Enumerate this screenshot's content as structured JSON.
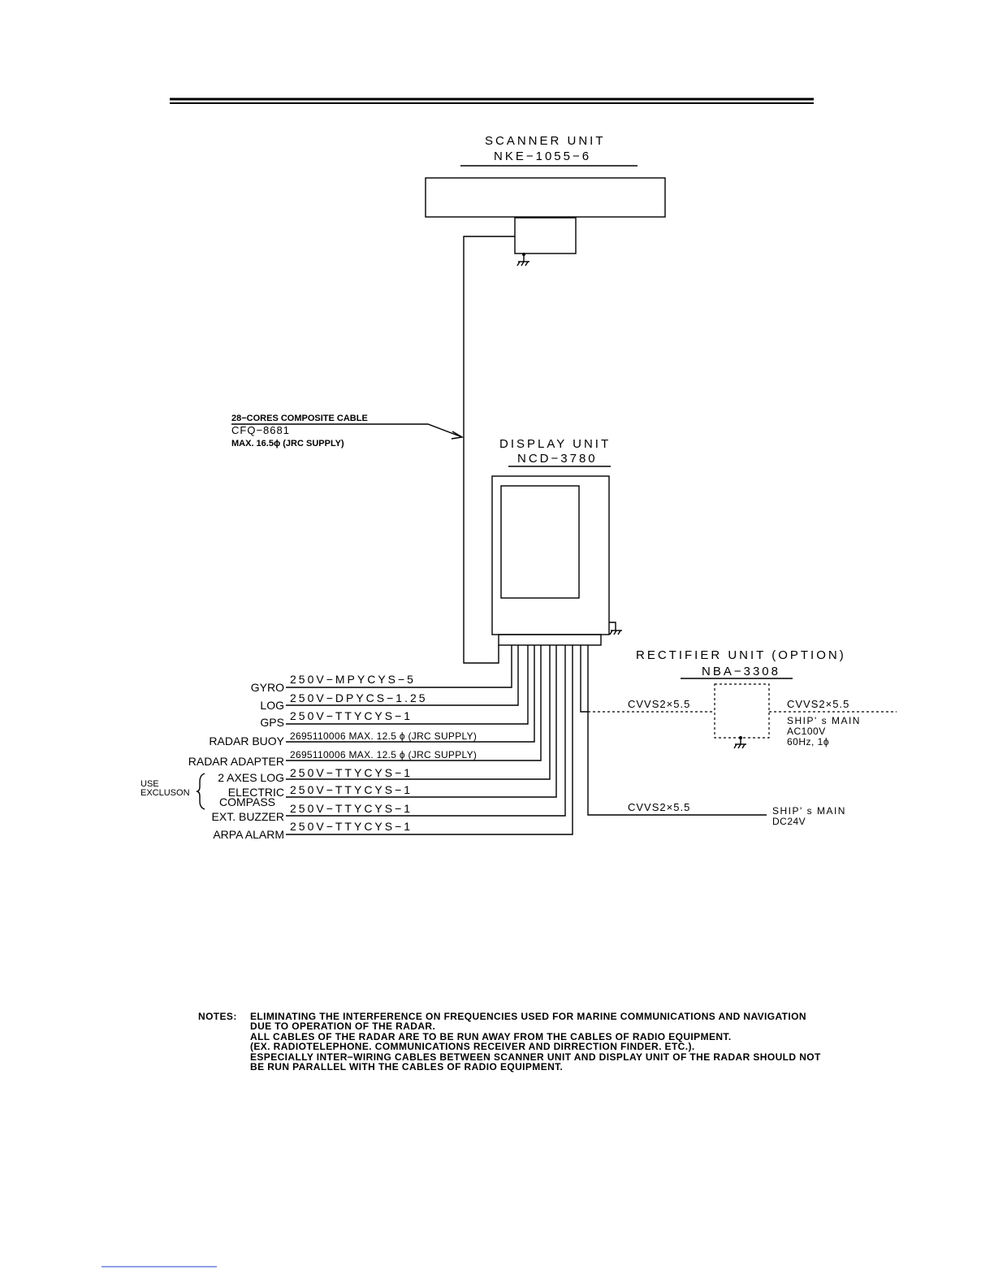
{
  "scanner": {
    "title": "SCANNER UNIT",
    "model": "NKE−1055−6"
  },
  "display": {
    "title": "DISPLAY UNIT",
    "model": "NCD−3780"
  },
  "composite_cable": {
    "line1": "28−CORES COMPOSITE CABLE",
    "line2": "CFQ−8681",
    "line3": "MAX. 16.5ϕ (JRC SUPPLY)"
  },
  "rectifier": {
    "title": "RECTIFIER UNIT (OPTION)",
    "model": "NBA−3308",
    "cable_in": "CVVS2×5.5",
    "cable_out": "CVVS2×5.5",
    "main_ac_1": "SHIP' s MAIN",
    "main_ac_2": "AC100V",
    "main_ac_3": "60Hz, 1ϕ"
  },
  "dc_supply": {
    "cable": "CVVS2×5.5",
    "main_1": "SHIP' s MAIN",
    "main_2": "DC24V"
  },
  "use_exclusion": {
    "line1": "USE",
    "line2": "EXCLUSON"
  },
  "connections": [
    {
      "device": "GYRO",
      "cable": "250V−MPYCYS−5"
    },
    {
      "device": "LOG",
      "cable": "250V−DPYCS−1.25"
    },
    {
      "device": "GPS",
      "cable": "250V−TTYCYS−1"
    },
    {
      "device": "RADAR BUOY",
      "cable": "2695110006 MAX. 12.5 ϕ (JRC SUPPLY)"
    },
    {
      "device": "RADAR ADAPTER",
      "cable": "2695110006 MAX. 12.5 ϕ (JRC SUPPLY)"
    },
    {
      "device": "2 AXES LOG",
      "cable": "250V−TTYCYS−1"
    },
    {
      "device": "ELECTRIC",
      "device2": "COMPASS",
      "cable": "250V−TTYCYS−1"
    },
    {
      "device": "EXT. BUZZER",
      "cable": "250V−TTYCYS−1"
    },
    {
      "device": "ARPA ALARM",
      "cable": "250V−TTYCYS−1"
    }
  ],
  "notes": {
    "heading": "NOTES:",
    "lines": [
      "ELIMINATING THE INTERFERENCE ON FREQUENCIES USED FOR MARINE COMMUNICATIONS AND NAVIGATION",
      "DUE TO OPERATION OF THE RADAR.",
      "ALL CABLES OF THE RADAR ARE TO BE RUN AWAY FROM THE CABLES OF RADIO EQUIPMENT.",
      "(EX. RADIOTELEPHONE. COMMUNICATIONS RECEIVER AND DIRRECTION FINDER. ETC.).",
      "ESPECIALLY INTER−WIRING CABLES BETWEEN SCANNER UNIT AND DISPLAY UNIT OF THE RADAR SHOULD NOT",
      "BE RUN PARALLEL WITH THE CABLES OF RADIO EQUIPMENT."
    ]
  }
}
